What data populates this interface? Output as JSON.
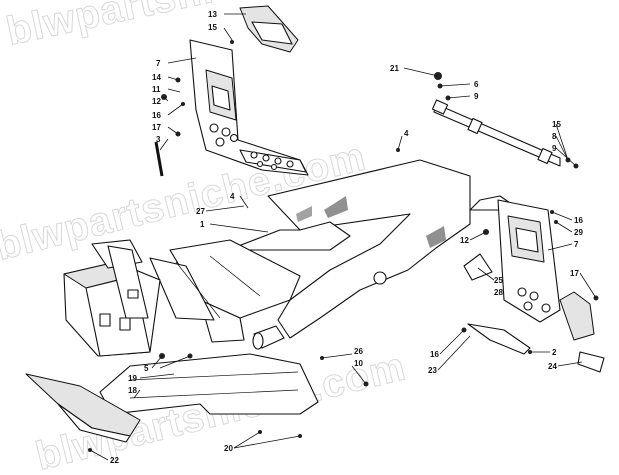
{
  "watermarks": [
    "blwpartsniche.com",
    "blwpartsniche.com",
    "blwpartsniche.com"
  ],
  "callouts": {
    "c13": "13",
    "c15a": "15",
    "c7a": "7",
    "c14": "14",
    "c11": "11",
    "c12a": "12",
    "c16a": "16",
    "c17a": "17",
    "c3": "3",
    "c21": "21",
    "c6": "6",
    "c9a": "9",
    "c15b": "15",
    "c8": "8",
    "c9b": "9",
    "c4a": "4",
    "c4b": "4",
    "c27": "27",
    "c1": "1",
    "c16b": "16",
    "c29": "29",
    "c12b": "12",
    "c7b": "7",
    "c25": "25",
    "c28": "28",
    "c17b": "17",
    "c5": "5",
    "c26": "26",
    "c10": "10",
    "c19": "19",
    "c18": "18",
    "c16c": "16",
    "c2": "2",
    "c23": "23",
    "c24": "24",
    "c20": "20",
    "c22": "22"
  }
}
